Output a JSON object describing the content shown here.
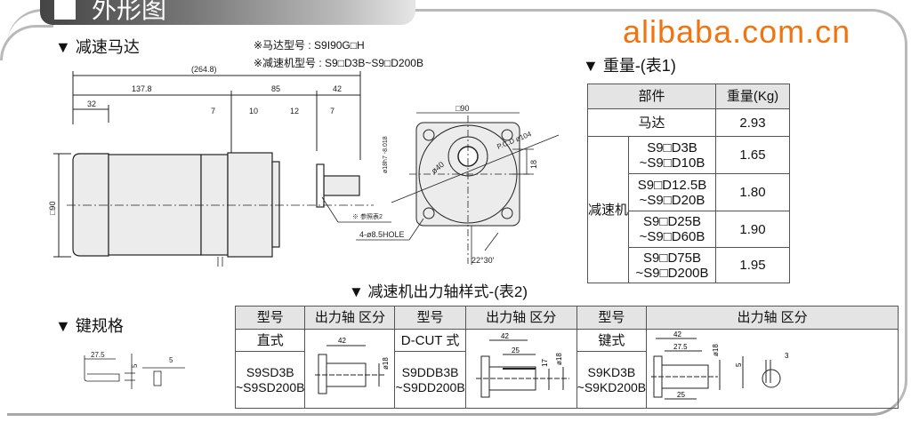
{
  "header": {
    "title": "外形图"
  },
  "motor_section": {
    "title": "▼ 减速马达",
    "motor_model_note": "※马达型号 : S9I90G□H",
    "reducer_model_note": "※减速机型号  : S9□D3B~S9□D200B",
    "dims": {
      "overall": "(264.8)",
      "motor_len": "137.8",
      "reducer_len": "85",
      "shaft_len": "42",
      "rear": "32",
      "d7a": "7",
      "d10": "10",
      "d12": "12",
      "d7b": "7",
      "shaft_dia": "ø18h7 -8.018",
      "square": "□90",
      "ref_note": "※ 参照表2",
      "holes": "4-ø8.5HOLE"
    },
    "front_dims": {
      "square": "□90",
      "pcd": "P.C.D ø104",
      "boss": "ø40",
      "offset": "18",
      "angle": "22°30'"
    }
  },
  "weight_table": {
    "title": "▼ 重量-(表1)",
    "headers": [
      "部件",
      "重量(Kg)"
    ],
    "motor": {
      "label": "马达",
      "weight": "2.93"
    },
    "reducer_label": "减速机",
    "rows": [
      {
        "l1": "S9□D3B",
        "l2": "~S9□D10B",
        "weight": "1.65"
      },
      {
        "l1": "S9□D12.5B",
        "l2": "~S9□D20B",
        "weight": "1.80"
      },
      {
        "l1": "S9□D25B",
        "l2": "~S9□D60B",
        "weight": "1.90"
      },
      {
        "l1": "S9□D75B",
        "l2": "~S9□D200B",
        "weight": "1.95"
      }
    ]
  },
  "shaft_table": {
    "title": "▼ 减速机出力轴样式-(表2)",
    "col_model": "型号",
    "col_shaft": "出力轴 区分",
    "types": [
      {
        "name": "直式",
        "m1": "S9SD3B",
        "m2": "~S9SD200B",
        "dims": [
          "42",
          "ø18"
        ]
      },
      {
        "name": "D-CUT 式",
        "m1": "S9DDB3B",
        "m2": "~S9DD200B",
        "dims": [
          "42",
          "25",
          "17",
          "ø18"
        ]
      },
      {
        "name": "键式",
        "m1": "S9KD3B",
        "m2": "~S9KD200B",
        "dims": [
          "42",
          "27.5",
          "ø18",
          "5",
          "3",
          "25"
        ]
      }
    ]
  },
  "key_section": {
    "title": "▼ 键规格",
    "dims": [
      "27.5",
      "5",
      "5"
    ]
  },
  "watermark": "alibaba.com.cn"
}
